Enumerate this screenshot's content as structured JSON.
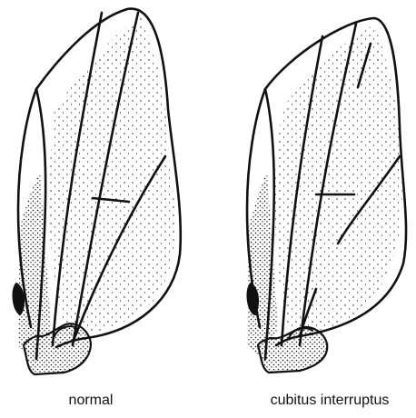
{
  "captions": {
    "left": "normal",
    "right": "cubitus interruptus"
  },
  "colors": {
    "ink": "#111111",
    "background": "#ffffff"
  },
  "panels": [
    {
      "id": "normal",
      "vein_interrupted": false
    },
    {
      "id": "cubitus-interruptus",
      "vein_interrupted": true
    }
  ]
}
